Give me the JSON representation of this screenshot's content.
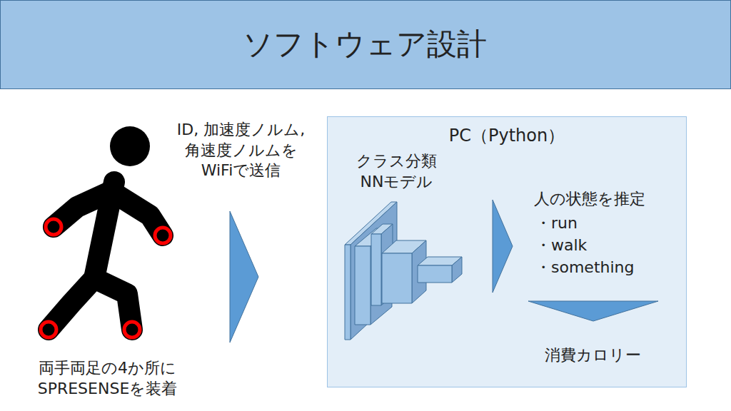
{
  "diagram": {
    "title": "ソフトウェア設計",
    "nodes": [
      {
        "text": [
          "PC（Python）"
        ]
      }
    ],
    "labels": [
      "ID, 加速度ノルム, 角速度ノルムを WiFiで送信",
      "両手両足の4か所に SPRESENSEを装着",
      "クラス分類 NNモデル",
      "人の状態を推定",
      "・run",
      "・walk",
      "・something",
      "消費カロリー"
    ]
  }
}
